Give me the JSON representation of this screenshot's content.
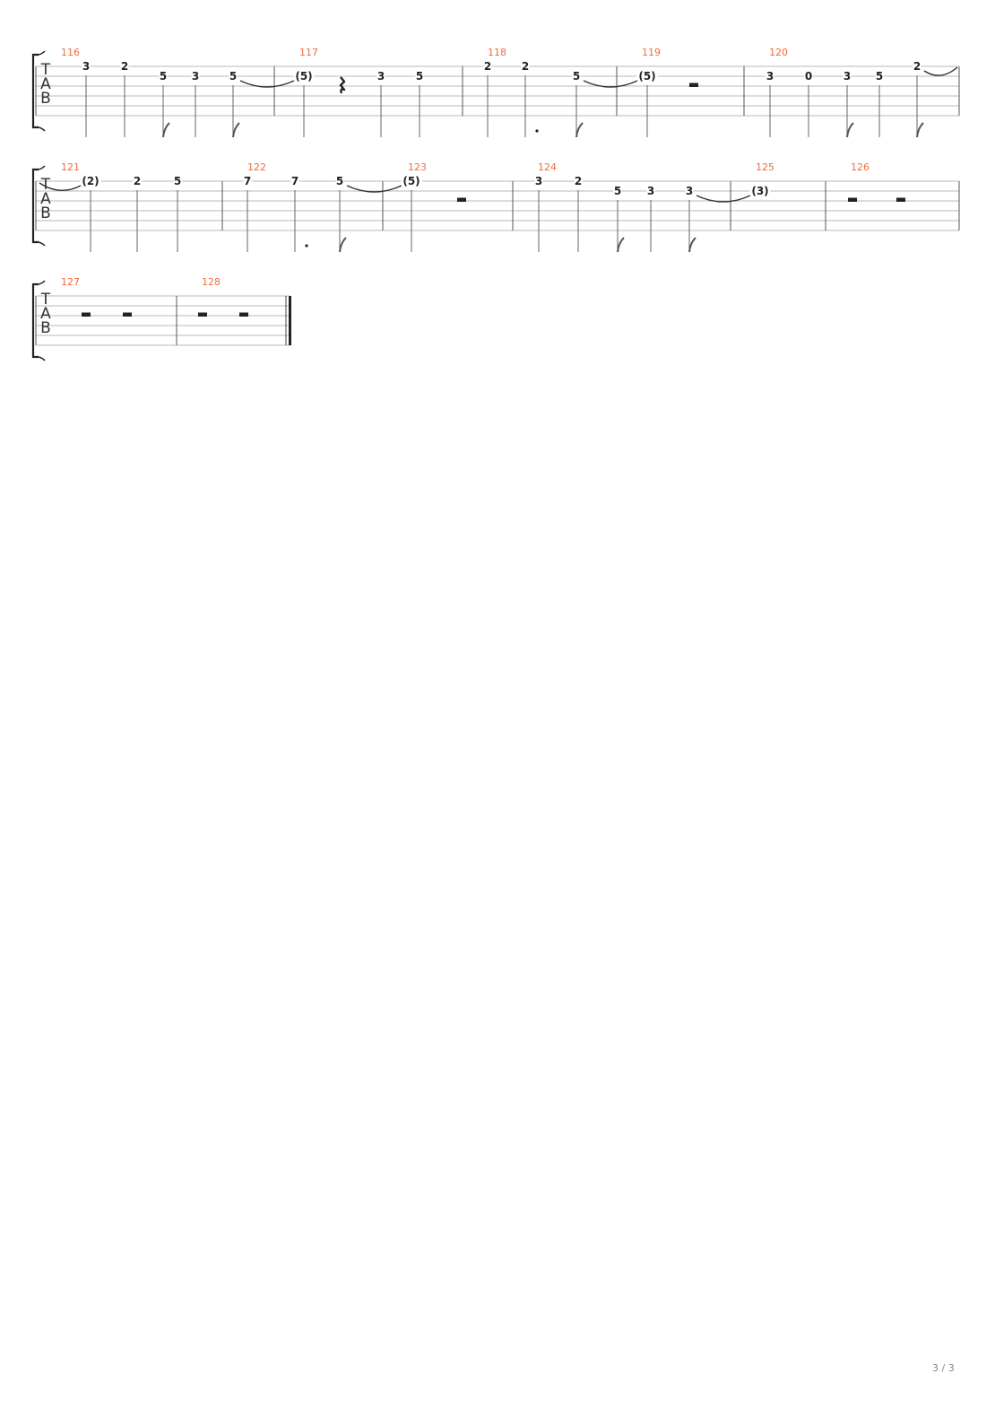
{
  "page": {
    "page_number": "3 / 3",
    "clef_letters": [
      "T",
      "A",
      "B"
    ],
    "colors": {
      "measure_number": "#f26b3a",
      "staff_line": "#b9b9b9",
      "ink": "#222222"
    }
  },
  "systems": [
    {
      "measures": [
        {
          "number": "116",
          "notes": [
            {
              "fret": "3",
              "string": 1,
              "time": 0,
              "stem": "plain"
            },
            {
              "fret": "2",
              "string": 1,
              "time": 1,
              "stem": "plain"
            },
            {
              "fret": "5",
              "string": 2,
              "time": 2,
              "stem": "flag8"
            },
            {
              "fret": "3",
              "string": 2,
              "time": 2.5,
              "stem": "plain"
            },
            {
              "fret": "5",
              "string": 2,
              "time": 3.5,
              "stem": "flag8",
              "tie_to_next": true
            }
          ]
        },
        {
          "number": "117",
          "notes": [
            {
              "fret": "(5)",
              "string": 2,
              "time": 0,
              "stem": "plain"
            },
            {
              "rest": "quarter",
              "time": 1
            },
            {
              "fret": "3",
              "string": 2,
              "time": 2,
              "stem": "plain"
            },
            {
              "fret": "5",
              "string": 2,
              "time": 3,
              "stem": "plain"
            }
          ]
        },
        {
          "number": "118",
          "notes": [
            {
              "fret": "2",
              "string": 1,
              "time": 0,
              "stem": "plain"
            },
            {
              "fret": "2",
              "string": 1,
              "time": 1,
              "stem": "dotted"
            },
            {
              "fret": "5",
              "string": 2,
              "time": 2.5,
              "stem": "flag8",
              "tie_to_next": true
            }
          ]
        },
        {
          "number": "119",
          "notes": [
            {
              "fret": "(5)",
              "string": 2,
              "time": 0,
              "stem": "plain"
            },
            {
              "rest": "half",
              "time": 1.5
            }
          ]
        },
        {
          "number": "120",
          "notes": [
            {
              "fret": "3",
              "string": 2,
              "time": 0,
              "stem": "plain"
            },
            {
              "fret": "0",
              "string": 2,
              "time": 1,
              "stem": "plain"
            },
            {
              "fret": "3",
              "string": 2,
              "time": 2,
              "stem": "flag8"
            },
            {
              "fret": "5",
              "string": 2,
              "time": 2.8,
              "stem": "plain"
            },
            {
              "fret": "2",
              "string": 1,
              "time": 3.8,
              "stem": "flag8",
              "tie_to_next": true
            }
          ]
        }
      ]
    },
    {
      "measures": [
        {
          "number": "121",
          "notes": [
            {
              "fret": "(2)",
              "string": 1,
              "time": 0,
              "stem": "plain"
            },
            {
              "fret": "2",
              "string": 1,
              "time": 1,
              "stem": "plain"
            },
            {
              "fret": "5",
              "string": 1,
              "time": 2,
              "stem": "plain"
            }
          ]
        },
        {
          "number": "122",
          "notes": [
            {
              "fret": "7",
              "string": 1,
              "time": 0,
              "stem": "plain"
            },
            {
              "fret": "7",
              "string": 1,
              "time": 1,
              "stem": "dotted"
            },
            {
              "fret": "5",
              "string": 1,
              "time": 2,
              "stem": "flag8",
              "tie_to_next": true
            }
          ]
        },
        {
          "number": "123",
          "notes": [
            {
              "fret": "(5)",
              "string": 1,
              "time": 0,
              "stem": "plain"
            },
            {
              "rest": "half",
              "time": 1.5
            }
          ]
        },
        {
          "number": "124",
          "notes": [
            {
              "fret": "3",
              "string": 1,
              "time": 0,
              "stem": "plain"
            },
            {
              "fret": "2",
              "string": 1,
              "time": 1,
              "stem": "plain"
            },
            {
              "fret": "5",
              "string": 2,
              "time": 2,
              "stem": "flag8"
            },
            {
              "fret": "3",
              "string": 2,
              "time": 2.8,
              "stem": "plain"
            },
            {
              "fret": "3",
              "string": 2,
              "time": 3.8,
              "stem": "flag8",
              "tie_to_next": true
            }
          ]
        },
        {
          "number": "125",
          "notes": [
            {
              "fret": "(3)",
              "string": 2,
              "time": 0,
              "stem": "none"
            }
          ]
        },
        {
          "number": "126",
          "notes": [
            {
              "rest": "half",
              "time": 0
            },
            {
              "rest": "half",
              "time": 2
            }
          ]
        }
      ]
    },
    {
      "measures": [
        {
          "number": "127",
          "notes": [
            {
              "rest": "half",
              "time": 0
            },
            {
              "rest": "half",
              "time": 2
            }
          ]
        },
        {
          "number": "128",
          "notes": [
            {
              "rest": "half",
              "time": 0
            },
            {
              "rest": "half",
              "time": 2
            }
          ]
        }
      ]
    }
  ]
}
